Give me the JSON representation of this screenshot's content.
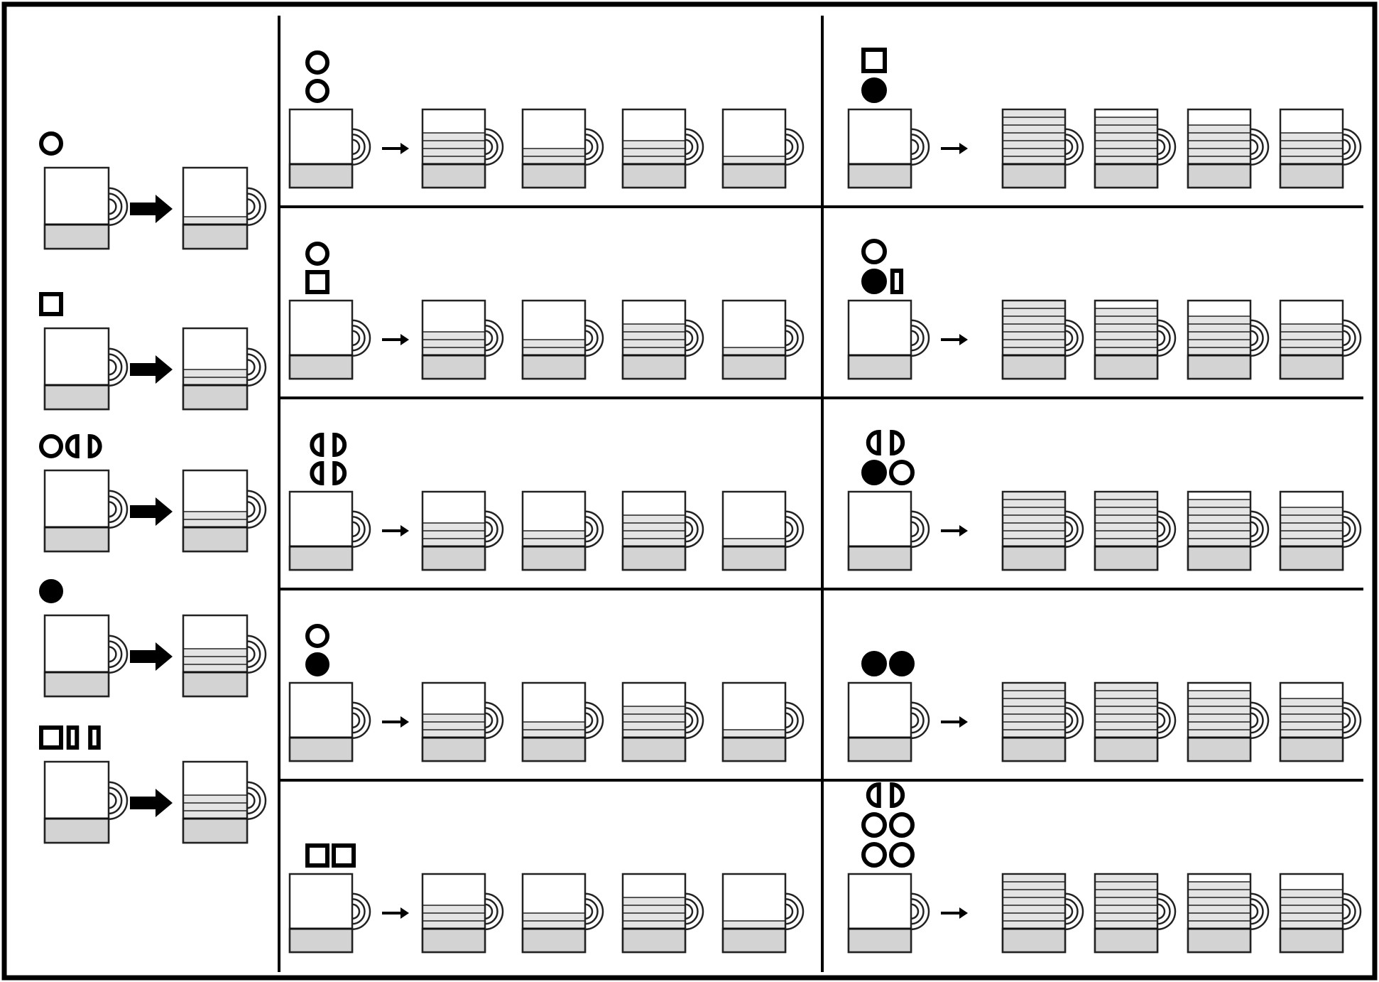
{
  "legend": [
    {
      "id": "circle-outline",
      "tokens": [
        [
          "circle"
        ]
      ],
      "after_level": 1
    },
    {
      "id": "square-outline",
      "tokens": [
        [
          "square"
        ]
      ],
      "after_level": 2
    },
    {
      "id": "circle-and-half-circles",
      "tokens": [
        [
          "circle",
          "half-left",
          "half-right"
        ]
      ],
      "after_level": 2
    },
    {
      "id": "filled-circle",
      "tokens": [
        [
          "dot"
        ]
      ],
      "after_level": 3
    },
    {
      "id": "square-and-bars",
      "tokens": [
        [
          "square",
          "bar",
          "bar"
        ]
      ],
      "after_level": 3
    }
  ],
  "problems": [
    {
      "column": 1,
      "row": 1,
      "tokens": [
        [
          "circle"
        ],
        [
          "circle"
        ]
      ],
      "options": [
        4,
        2,
        3,
        1
      ]
    },
    {
      "column": 1,
      "row": 2,
      "tokens": [
        [
          "circle"
        ],
        [
          "square"
        ]
      ],
      "options": [
        3,
        2,
        4,
        1
      ]
    },
    {
      "column": 1,
      "row": 3,
      "tokens": [
        [
          "half-left",
          "half-right"
        ],
        [
          "half-left",
          "half-right"
        ]
      ],
      "options": [
        3,
        2,
        4,
        1
      ]
    },
    {
      "column": 1,
      "row": 4,
      "tokens": [
        [
          "circle"
        ],
        [
          "dot"
        ]
      ],
      "options": [
        3,
        2,
        4,
        1
      ]
    },
    {
      "column": 1,
      "row": 5,
      "tokens": [
        [
          "square",
          "square"
        ]
      ],
      "options": [
        3,
        2,
        4,
        1
      ]
    },
    {
      "column": 2,
      "row": 1,
      "tokens": [
        [
          "square"
        ],
        [
          "dot"
        ]
      ],
      "options": [
        7,
        6,
        5,
        4
      ]
    },
    {
      "column": 2,
      "row": 2,
      "tokens": [
        [
          "circle"
        ],
        [
          "dot",
          "bar"
        ]
      ],
      "options": [
        7,
        6,
        5,
        4
      ]
    },
    {
      "column": 2,
      "row": 3,
      "tokens": [
        [
          "half-left",
          "half-right"
        ],
        [
          "dot",
          "circle"
        ]
      ],
      "options": [
        7,
        8,
        6,
        5
      ]
    },
    {
      "column": 2,
      "row": 4,
      "tokens": [
        [
          "dot",
          "dot"
        ]
      ],
      "options": [
        8,
        7,
        6,
        5
      ]
    },
    {
      "column": 2,
      "row": 5,
      "tokens": [
        [
          "half-left",
          "half-right"
        ],
        [
          "circle",
          "circle"
        ],
        [
          "circle",
          "circle"
        ]
      ],
      "options": [
        8,
        7,
        6,
        5
      ]
    }
  ]
}
